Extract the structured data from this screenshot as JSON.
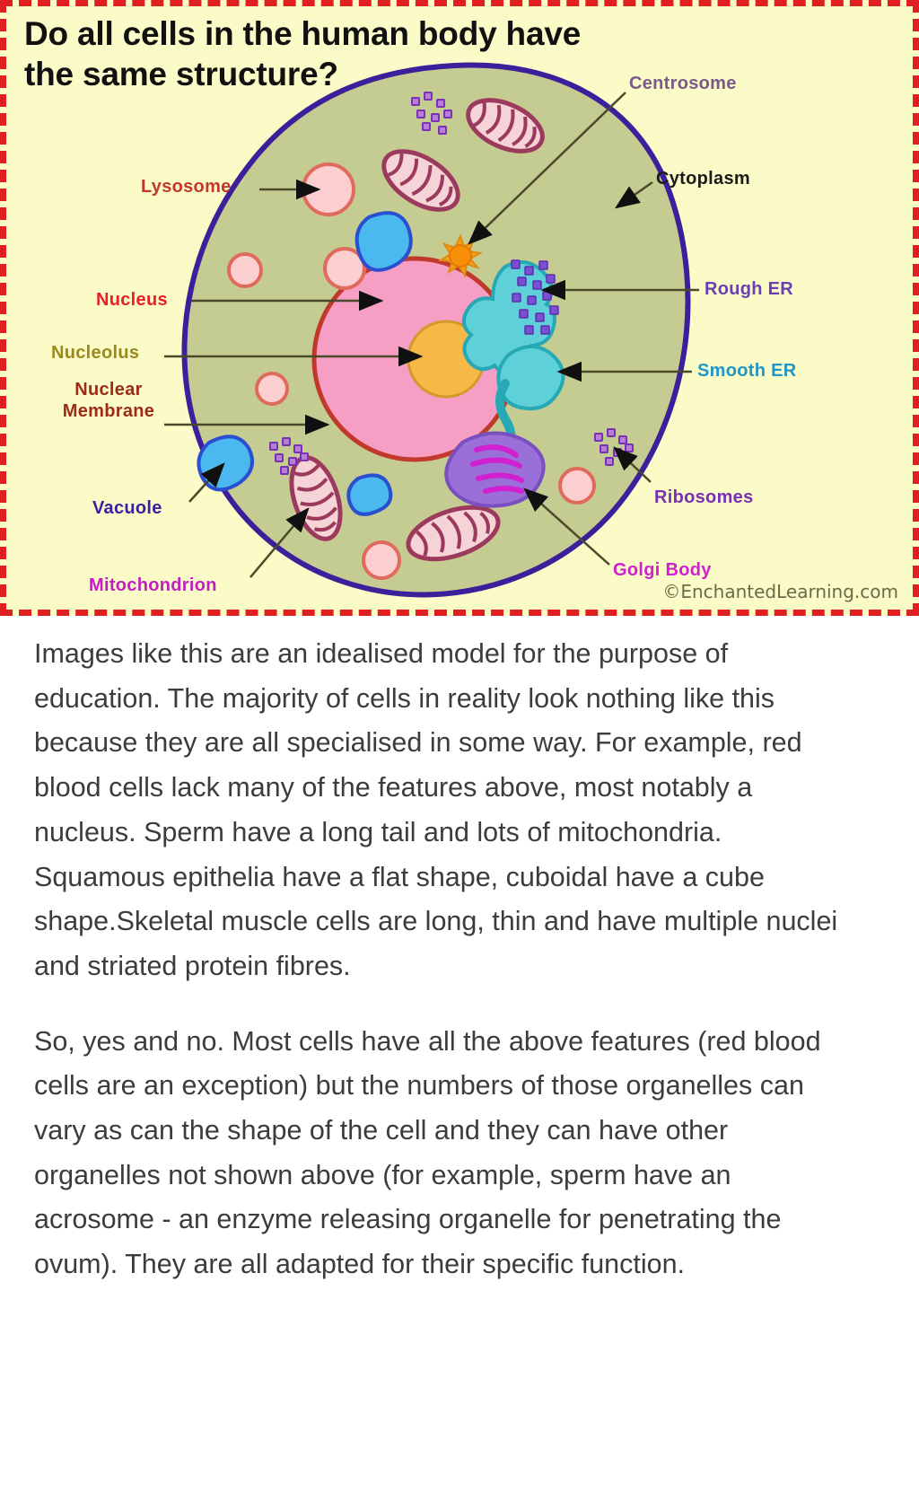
{
  "diagram": {
    "title": "Do all cells in the human body have\nthe same structure?",
    "copyright": "©EnchantedLearning.com",
    "background_color": "#fbfbc8",
    "border_color": "#e02020",
    "cytoplasm_color": "#c5cc92",
    "membrane_color": "#3b1f9b",
    "nucleus_color": "#f79ec4",
    "nucleolus_color": "#f5b942",
    "labels": [
      {
        "id": "lysosome",
        "text": "Lysosome",
        "color": "#c0392b"
      },
      {
        "id": "nucleus",
        "text": "Nucleus",
        "color": "#e8202a"
      },
      {
        "id": "nucleolus",
        "text": "Nucleolus",
        "color": "#9a8a1e"
      },
      {
        "id": "nuclear-membrane",
        "text": "Nuclear\nMembrane",
        "color": "#9c2b1b"
      },
      {
        "id": "vacuole",
        "text": "Vacuole",
        "color": "#3a1f9e"
      },
      {
        "id": "mitochondrion",
        "text": "Mitochondrion",
        "color": "#c020c0"
      },
      {
        "id": "centrosome",
        "text": "Centrosome",
        "color": "#7a5a8a"
      },
      {
        "id": "cytoplasm",
        "text": "Cytoplasm",
        "color": "#1b1b1b"
      },
      {
        "id": "rough-er",
        "text": "Rough ER",
        "color": "#6a3fb5"
      },
      {
        "id": "smooth-er",
        "text": "Smooth ER",
        "color": "#2196c8"
      },
      {
        "id": "ribosomes",
        "text": "Ribosomes",
        "color": "#7a30b5"
      },
      {
        "id": "golgi-body",
        "text": "Golgi Body",
        "color": "#d020d0"
      }
    ]
  },
  "article": {
    "paragraphs": [
      "Images like this are an idealised model for the purpose of education. The majority of cells in reality look nothing like this because they are all specialised in some way. For example, red blood cells lack many of the features above, most notably a nucleus. Sperm have a long tail and lots of mitochondria. Squamous epithelia have a flat shape, cuboidal have a cube shape.Skeletal muscle cells are long, thin and have multiple nuclei and striated protein fibres.",
      "So, yes and no. Most cells have all the above features (red blood cells are an exception) but the numbers of those organelles can vary as can the shape of the cell and they can have other organelles not shown above (for example, sperm have an acrosome - an enzyme releasing organelle for penetrating the ovum). They are all adapted for their specific function."
    ],
    "tail_fragment": ""
  }
}
